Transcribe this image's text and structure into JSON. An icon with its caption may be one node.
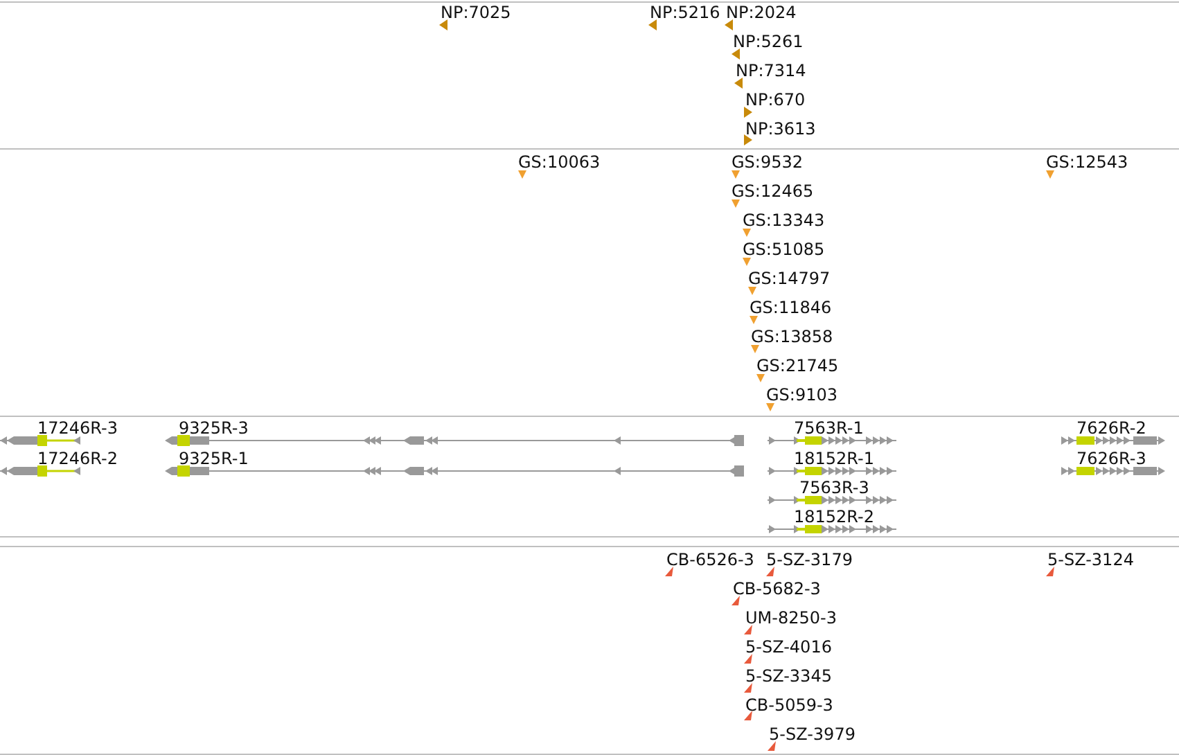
{
  "diagram": {
    "labels": [
      "NP:7025",
      "NP:5216",
      "NP:2024",
      "NP:5261",
      "NP:7314",
      "NP:670",
      "NP:3613",
      "GS:10063",
      "GS:9532",
      "GS:12543",
      "GS:12465",
      "GS:13343",
      "GS:51085",
      "GS:14797",
      "GS:11846",
      "GS:13858",
      "GS:21745",
      "GS:9103",
      "17246R-3",
      "9325R-3",
      "7563R-1",
      "7626R-2",
      "17246R-2",
      "9325R-1",
      "18152R-1",
      "7626R-3",
      "7563R-3",
      "18152R-2",
      "CB-6526-3",
      "5-SZ-3179",
      "5-SZ-3124",
      "CB-5682-3",
      "UM-8250-3",
      "5-SZ-4016",
      "5-SZ-3345",
      "CB-5059-3",
      "5-SZ-3979"
    ]
  }
}
